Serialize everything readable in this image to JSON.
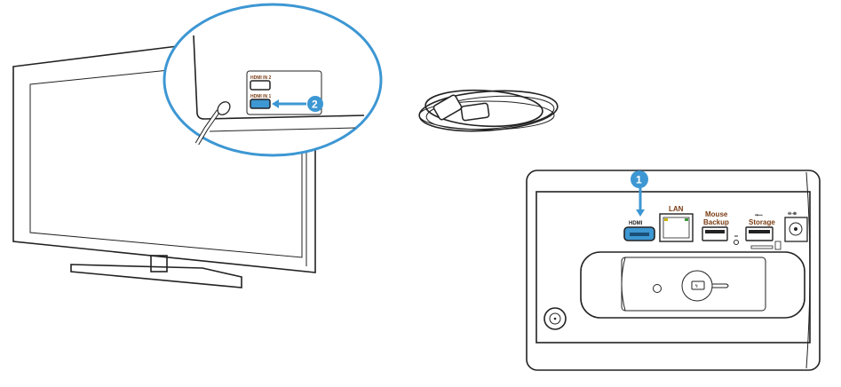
{
  "tv_inset": {
    "port_labels": [
      "HDMI IN 2",
      "HDMI IN 1"
    ],
    "step_badge": "2"
  },
  "device": {
    "step_badge": "1",
    "hdmi_logo": "HDMI",
    "ports": {
      "lan": "LAN",
      "mouse_backup_line1": "Mouse",
      "mouse_backup_line2": "Backup",
      "storage": "Storage"
    }
  },
  "colors": {
    "accent": "#3d97d3",
    "label": "#7a3b12",
    "line": "#222222"
  }
}
